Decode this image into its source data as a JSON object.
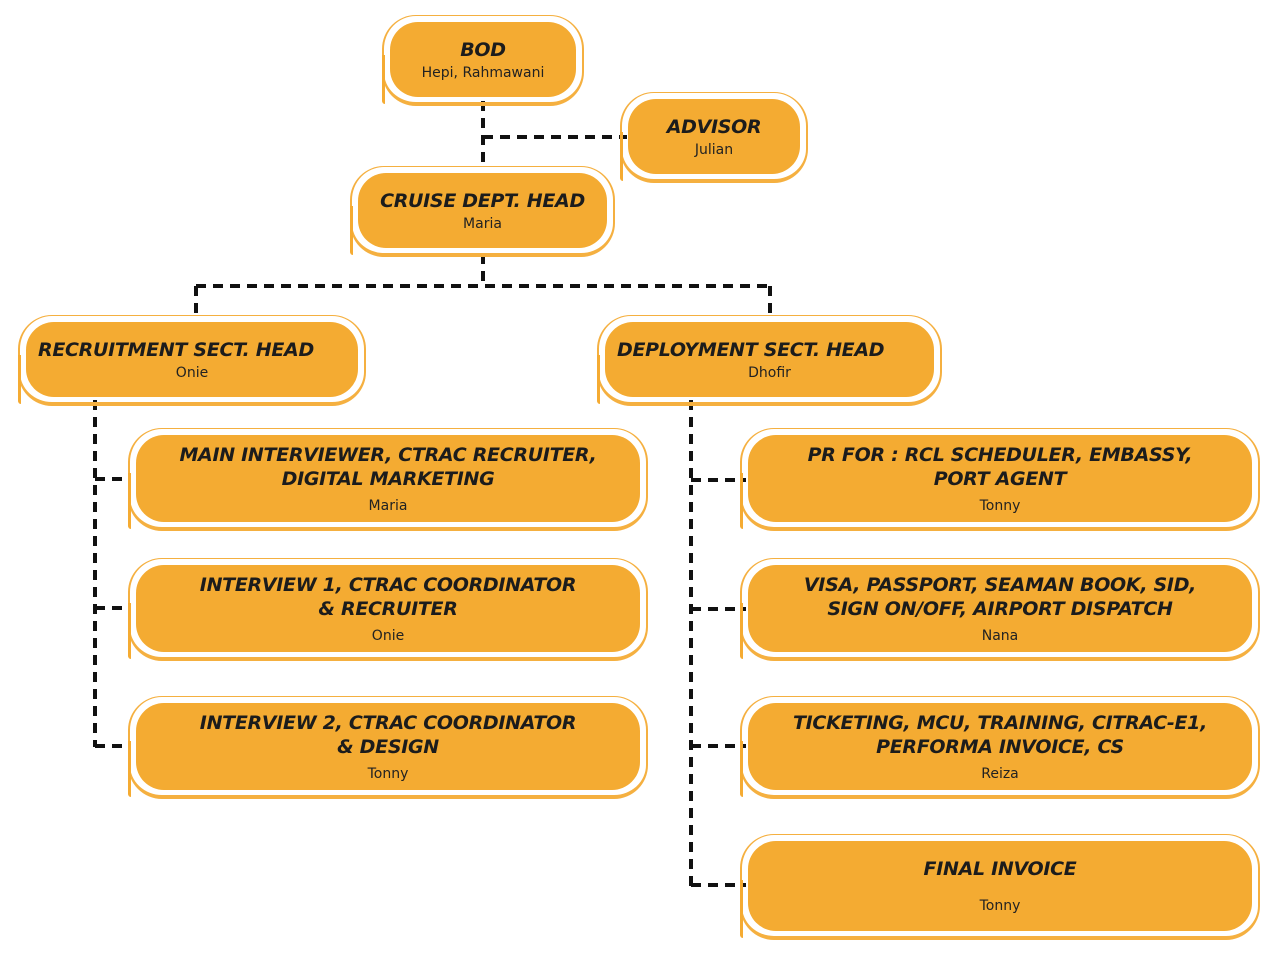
{
  "diagram": {
    "type": "organization-chart",
    "colors": {
      "box_fill": "#f4ab32",
      "outline": "#f5b040",
      "connector": "#111111",
      "text": "#1c1c1c",
      "background": "#ffffff"
    },
    "connector_style": "dashed",
    "nodes": {
      "bod": {
        "title": "BOD",
        "name": "Hepi, Rahmawani"
      },
      "advisor": {
        "title": "ADVISOR",
        "name": "Julian"
      },
      "cruise": {
        "title": "CRUISE DEPT. HEAD",
        "name": "Maria"
      },
      "recruitment": {
        "title": "RECRUITMENT SECT. HEAD",
        "name": "Onie"
      },
      "deployment": {
        "title": "DEPLOYMENT SECT. HEAD",
        "name": "Dhofir"
      }
    },
    "recruitment_children": [
      {
        "title": "MAIN INTERVIEWER, CTRAC RECRUITER,\nDIGITAL MARKETING",
        "name": "Maria"
      },
      {
        "title": "INTERVIEW 1, CTRAC COORDINATOR\n& RECRUITER",
        "name": "Onie"
      },
      {
        "title": "INTERVIEW 2, CTRAC COORDINATOR\n& DESIGN",
        "name": "Tonny"
      }
    ],
    "deployment_children": [
      {
        "title": "PR FOR : RCL SCHEDULER, EMBASSY,\nPORT AGENT",
        "name": "Tonny"
      },
      {
        "title": "VISA, PASSPORT, SEAMAN BOOK, SID,\nSIGN ON/OFF, AIRPORT DISPATCH",
        "name": "Nana"
      },
      {
        "title": "TICKETING, MCU, TRAINING, CITRAC-E1,\nPERFORMA INVOICE, CS",
        "name": "Reiza"
      },
      {
        "title": "FINAL INVOICE",
        "name": "Tonny"
      }
    ],
    "edges": [
      {
        "from": "bod",
        "to": "cruise"
      },
      {
        "from": "advisor",
        "to": "bod-cruise-link"
      },
      {
        "from": "cruise",
        "to": "recruitment"
      },
      {
        "from": "cruise",
        "to": "deployment"
      },
      {
        "from": "recruitment",
        "to": "recruitment_children"
      },
      {
        "from": "deployment",
        "to": "deployment_children"
      }
    ]
  }
}
